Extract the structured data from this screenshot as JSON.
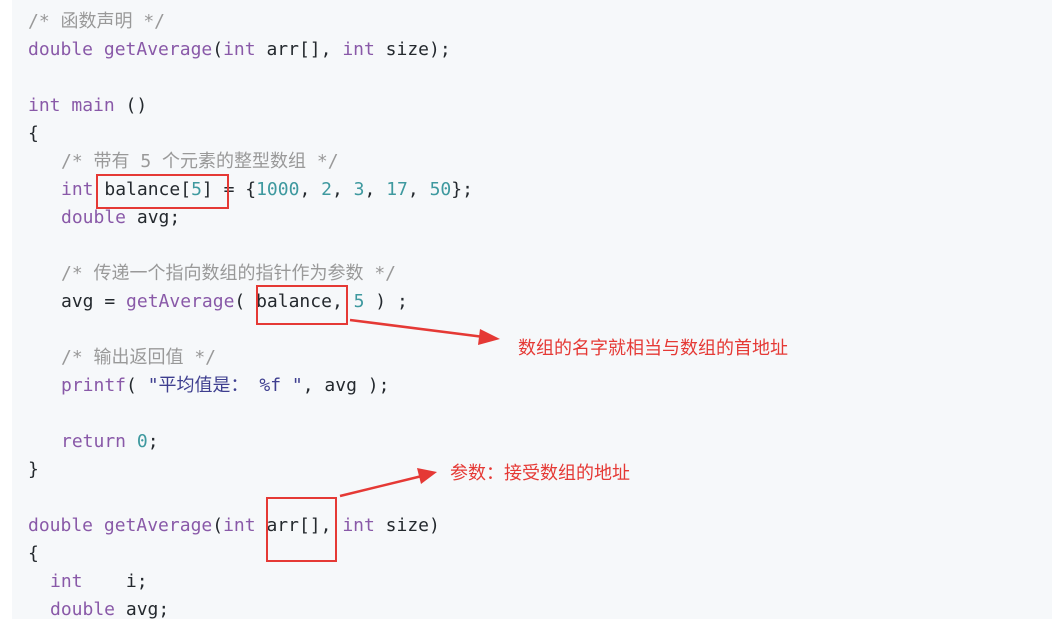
{
  "code": {
    "l1": {
      "comment": "/* 函数声明 */"
    },
    "l2": {
      "t1": "double",
      "t2": " ",
      "t3": "getAverage",
      "t4": "(",
      "t5": "int",
      "t6": " arr[], ",
      "t7": "int",
      "t8": " size);"
    },
    "l4": {
      "t1": "int",
      "t2": " ",
      "t3": "main",
      "t4": " ()"
    },
    "l5": {
      "t1": "{"
    },
    "l6": {
      "comment": "/* 带有 5 个元素的整型数组 */"
    },
    "l7": {
      "t1": "int",
      "t2": " balance[",
      "t3": "5",
      "t4": "] = {",
      "n1": "1000",
      "s1": ", ",
      "n2": "2",
      "s2": ", ",
      "n3": "3",
      "s3": ", ",
      "n4": "17",
      "s4": ", ",
      "n5": "50",
      "t5": "};"
    },
    "l8": {
      "t1": "double",
      "t2": " avg;"
    },
    "l10": {
      "comment": "/* 传递一个指向数组的指针作为参数 */"
    },
    "l11": {
      "t1": "avg = ",
      "t2": "getAverage",
      "t3": "( balance, ",
      "t4": "5",
      "t5": " ) ;"
    },
    "l13": {
      "comment": "/* 输出返回值 */"
    },
    "l14": {
      "t1": "printf",
      "t2": "( ",
      "t3": "\"平均值是： %f \"",
      "t4": ", avg );"
    },
    "l16": {
      "t1": "return",
      "t2": " ",
      "t3": "0",
      "t4": ";"
    },
    "l17": {
      "t1": "}"
    },
    "l19": {
      "t1": "double",
      "t2": " ",
      "t3": "getAverage",
      "t4": "(",
      "t5": "int",
      "t6": " arr[], ",
      "t7": "int",
      "t8": " size)"
    },
    "l20": {
      "t1": "{"
    },
    "l21": {
      "t1": "int",
      "t2": "    i;"
    },
    "l22": {
      "t1": "double",
      "t2": " avg;"
    }
  },
  "annotations": {
    "array_name_note": "数组的名字就相当与数组的首地址",
    "param_note": "参数：接受数组的地址"
  },
  "colors": {
    "annotation_red": "#e53935",
    "code_background": "#f6f8fa",
    "keyword": "#8959a8",
    "number": "#3e999f",
    "comment": "#999999"
  }
}
